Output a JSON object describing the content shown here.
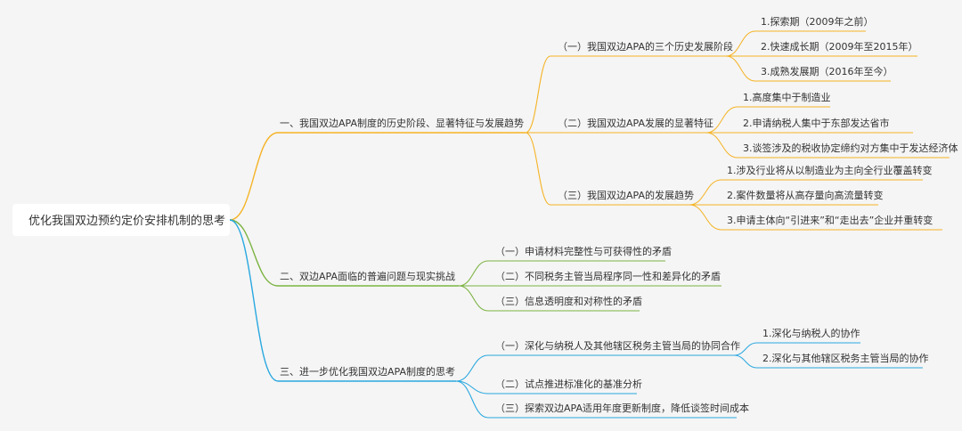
{
  "root": "优化我国双边预约定价安排机制的思考",
  "colors": {
    "orange": "#f5b324",
    "green": "#7cb342",
    "blue": "#29a8e0",
    "background": "#f5f5f5"
  },
  "branches": [
    {
      "label": "一、我国双边APA制度的历史阶段、显著特征与发展趋势",
      "color": "orange",
      "children": [
        {
          "label": "（一）我国双边APA的三个历史发展阶段",
          "children": [
            "1.探索期（2009年之前）",
            "2.快速成长期（2009年至2015年）",
            "3.成熟发展期（2016年至今）"
          ]
        },
        {
          "label": "（二）我国双边APA发展的显著特征",
          "children": [
            "1.高度集中于制造业",
            "2.申请纳税人集中于东部发达省市",
            "3.谈签涉及的税收协定缔约对方集中于发达经济体"
          ]
        },
        {
          "label": "（三）我国双边APA的发展趋势",
          "children": [
            "1.涉及行业将从以制造业为主向全行业覆盖转变",
            "2.案件数量将从高存量向高流量转变",
            "3.申请主体向“引进来”和“走出去”企业并重转变"
          ]
        }
      ]
    },
    {
      "label": "二、双边APA面临的普遍问题与现实挑战",
      "color": "green",
      "children": [
        {
          "label": "（一）申请材料完整性与可获得性的矛盾",
          "children": []
        },
        {
          "label": "（二）不同税务主管当局程序同一性和差异化的矛盾",
          "children": []
        },
        {
          "label": "（三）信息透明度和对称性的矛盾",
          "children": []
        }
      ]
    },
    {
      "label": "三、进一步优化我国双边APA制度的思考",
      "color": "blue",
      "children": [
        {
          "label": "（一）深化与纳税人及其他辖区税务主管当局的协同合作",
          "children": [
            "1.深化与纳税人的协作",
            "2.深化与其他辖区税务主管当局的协作"
          ]
        },
        {
          "label": "（二）试点推进标准化的基准分析",
          "children": []
        },
        {
          "label": "（三）探索双边APA适用年度更新制度，降低谈签时间成本",
          "children": []
        }
      ]
    }
  ]
}
